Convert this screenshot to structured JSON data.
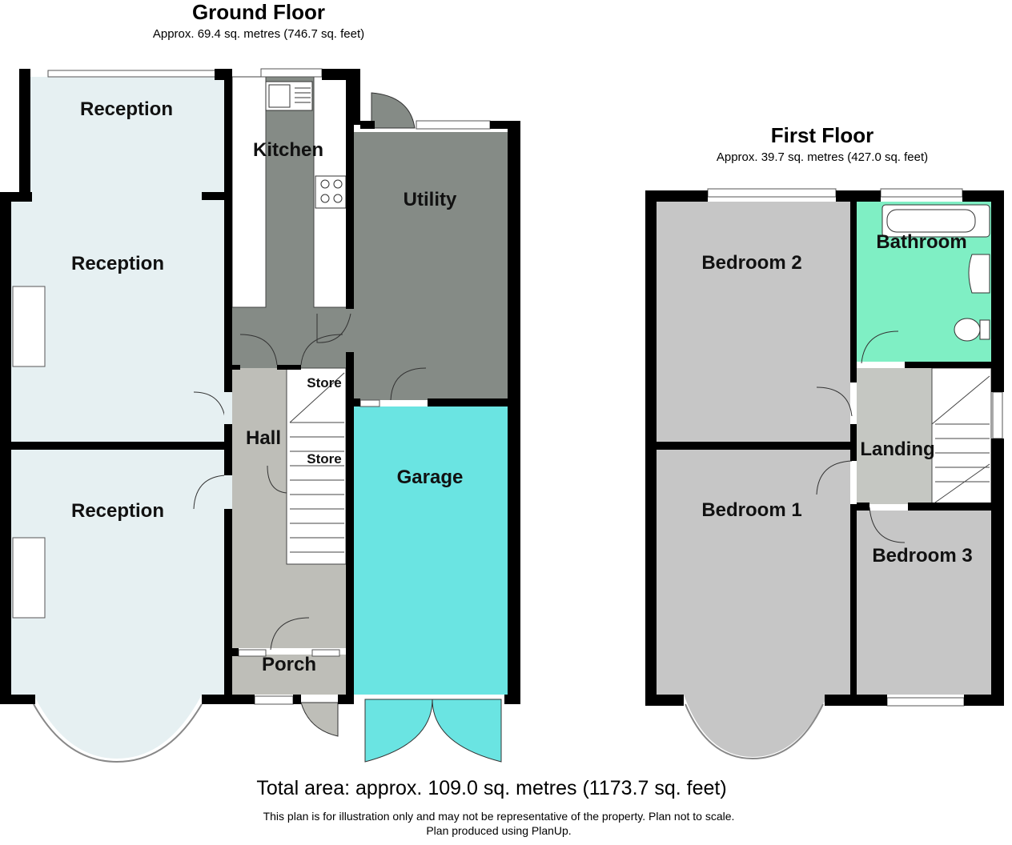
{
  "ground_floor": {
    "title": "Ground Floor",
    "area": "Approx. 69.4 sq. metres (746.7 sq. feet)",
    "rooms": {
      "reception_rear": "Reception",
      "reception_middle": "Reception",
      "reception_front": "Reception",
      "kitchen": "Kitchen",
      "utility": "Utility",
      "hall": "Hall",
      "store_upper": "Store",
      "store_lower": "Store",
      "garage": "Garage",
      "porch": "Porch"
    }
  },
  "first_floor": {
    "title": "First Floor",
    "area": "Approx. 39.7 sq. metres (427.0 sq. feet)",
    "rooms": {
      "bedroom_2": "Bedroom 2",
      "bathroom": "Bathroom",
      "landing": "Landing",
      "bedroom_1": "Bedroom 1",
      "bedroom_3": "Bedroom 3"
    }
  },
  "footer": {
    "total_area": "Total area: approx. 109.0 sq. metres (1173.7 sq. feet)",
    "disclaimer": "This plan is for illustration only and may not be representative of the property. Plan not to scale.",
    "produced_by": "Plan produced using PlanUp."
  },
  "colors": {
    "wall": "#000000",
    "reception_fill": "#e6f0f2",
    "kitchen_utility_fill": "#858b86",
    "hall_fill": "#bebeb8",
    "garage_fill": "#6ae4e2",
    "bedroom_fill": "#c6c6c6",
    "bathroom_fill": "#7fefc4",
    "landing_fill": "#c5c7c2"
  }
}
